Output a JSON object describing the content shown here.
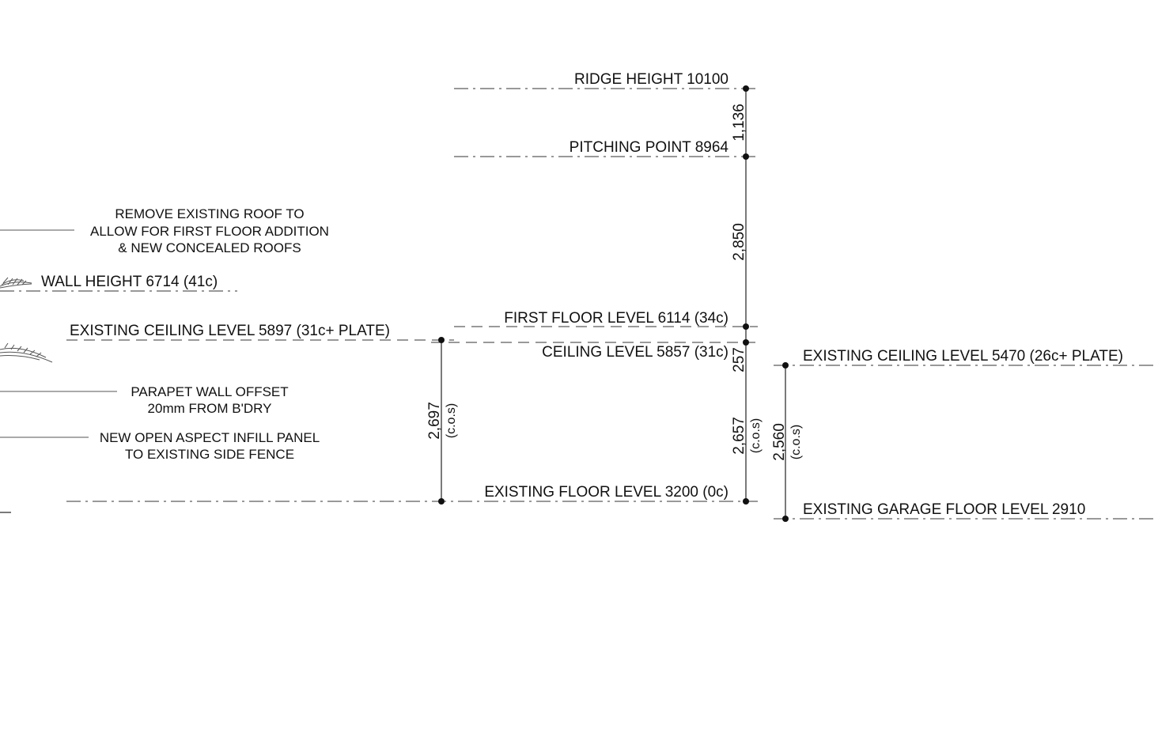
{
  "levels": {
    "ridge_height": "RIDGE HEIGHT 10100",
    "pitching_point": "PITCHING POINT 8964",
    "wall_height": "WALL HEIGHT 6714  (41c)",
    "existing_ceiling_left": "EXISTING CEILING LEVEL 5897  (31c+ PLATE)",
    "first_floor_level": "FIRST FLOOR LEVEL 6114  (34c)",
    "ceiling_level": "CEILING LEVEL 5857  (31c)",
    "existing_ceiling_right": "EXISTING CEILING LEVEL 5470  (26c+ PLATE)",
    "existing_floor_level": "EXISTING FLOOR LEVEL 3200  (0c)",
    "existing_garage_floor": "EXISTING GARAGE FLOOR LEVEL 2910"
  },
  "notes": {
    "remove_roof": [
      "REMOVE EXISTING ROOF TO",
      "ALLOW FOR FIRST FLOOR ADDITION",
      "& NEW CONCEALED ROOFS"
    ],
    "parapet": [
      "PARAPET WALL OFFSET",
      "20mm FROM B'DRY"
    ],
    "infill": [
      "NEW OPEN ASPECT INFILL PANEL",
      "TO EXISTING SIDE FENCE"
    ]
  },
  "dimensions": {
    "ridge_to_pitch": "1,136",
    "pitch_to_first_floor": "2,850",
    "first_floor_to_ceiling": "257",
    "ceiling_to_floor_main": "2,657",
    "ceiling_to_floor_left": "2,697",
    "ceiling_to_floor_garage": "2,560",
    "cos": "(c.o.s)"
  }
}
